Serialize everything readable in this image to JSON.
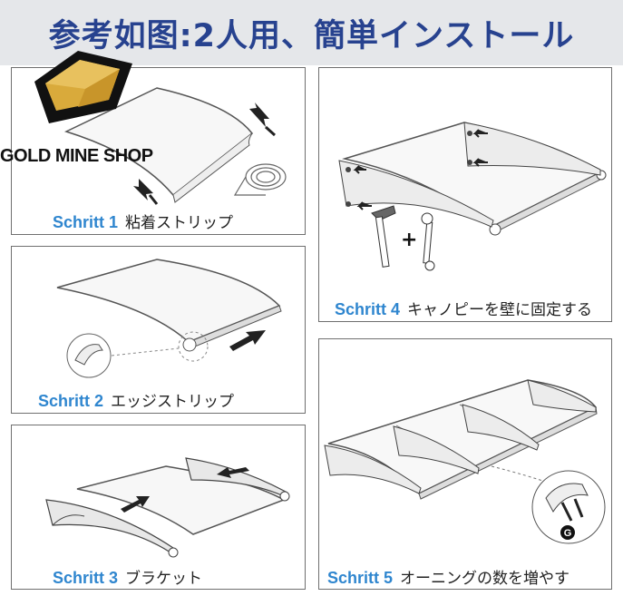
{
  "banner": {
    "title": "参考如图:2人用、簡単インストール"
  },
  "watermark": {
    "shop_name": "GOLD MINE SHOP"
  },
  "steps": [
    {
      "word": "Schritt 1",
      "desc": "粘着ストリップ"
    },
    {
      "word": "Schritt 2",
      "desc": "エッジストリップ"
    },
    {
      "word": "Schritt 3",
      "desc": "ブラケット"
    },
    {
      "word": "Schritt 4",
      "desc": "キャノピーを壁に固定する"
    },
    {
      "word": "Schritt 5",
      "desc": "オーニングの数を増やす"
    }
  ],
  "colors": {
    "banner_bg": "#e5e7ea",
    "banner_text": "#27428f",
    "step_word": "#2f86cf",
    "gold": "#d9aa3b"
  },
  "icons": [
    "hammer-icon",
    "wrench-icon",
    "screw-detail-icon",
    "arrow-icon",
    "tape-roll-icon"
  ],
  "detail_badge": "G"
}
